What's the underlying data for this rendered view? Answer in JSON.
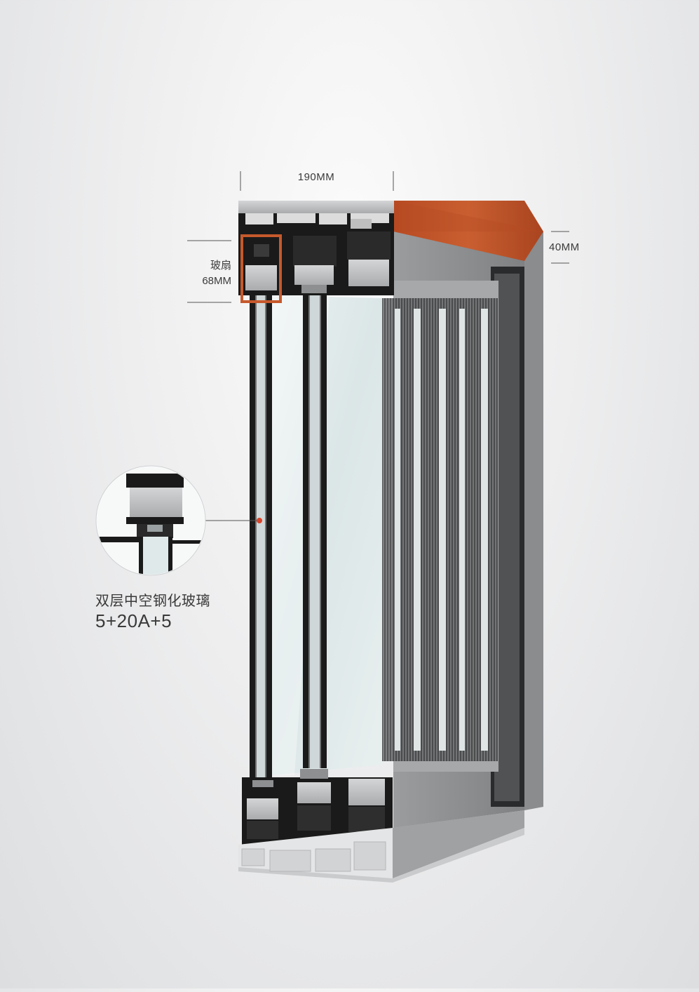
{
  "dimensions": {
    "frame_width": "190MM",
    "frame_depth": "40MM",
    "sash_label": "玻扇",
    "sash_width": "68MM"
  },
  "glass_callout": {
    "name": "双层中空钢化玻璃",
    "spec": "5+20A+5"
  },
  "colors": {
    "background": "#ececed",
    "aluminum": "#b8babc",
    "frame_face": "#8d8f91",
    "thermal_break_black": "#1a1a1a",
    "wood_grain_top": "#c2582c",
    "accent_dot": "#d9442a",
    "glass_tint": "#dfe9ea",
    "text": "#3a3a3a"
  }
}
